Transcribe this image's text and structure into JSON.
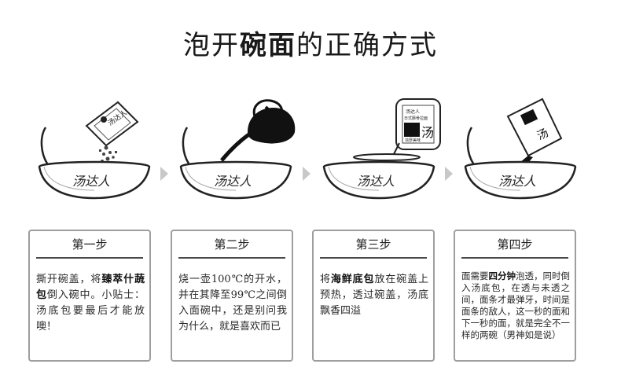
{
  "title": {
    "part1": "泡开",
    "bold": "碗面",
    "part2": "的正确方式"
  },
  "bowl_brand": "汤达人",
  "packet_labels": {
    "step1": "汤达人",
    "step3_line1": "汤达人",
    "step3_line2": "日式豚骨拉面",
    "step3_line3": "浓厚美味",
    "step3_big": "汤"
  },
  "steps": [
    {
      "title": "第一步",
      "body_pre": "撕开碗盖，将",
      "body_bold": "臻萃什蔬包",
      "body_post": "倒入碗中。小贴士：汤底包要最后才能放噢！"
    },
    {
      "title": "第二步",
      "body_pre": "烧一壶100℃的开水，并在其降至99℃之间倒入面碗中，还是别问我为什么，就是喜欢而已",
      "body_bold": "",
      "body_post": ""
    },
    {
      "title": "第三步",
      "body_pre": "将",
      "body_bold": "海鲜底包",
      "body_post": "放在碗盖上预热，透过碗盖，汤底飘香四溢"
    },
    {
      "title": "第四步",
      "body_pre": "面需要",
      "body_bold": "四分钟",
      "body_post": "泡透，同时倒入汤底包，在透与未透之间，面条才最弹牙，时间是面条的敌人，这一秒的面和下一秒的面，就是完全不一样的两碗（男神如是说）"
    }
  ]
}
